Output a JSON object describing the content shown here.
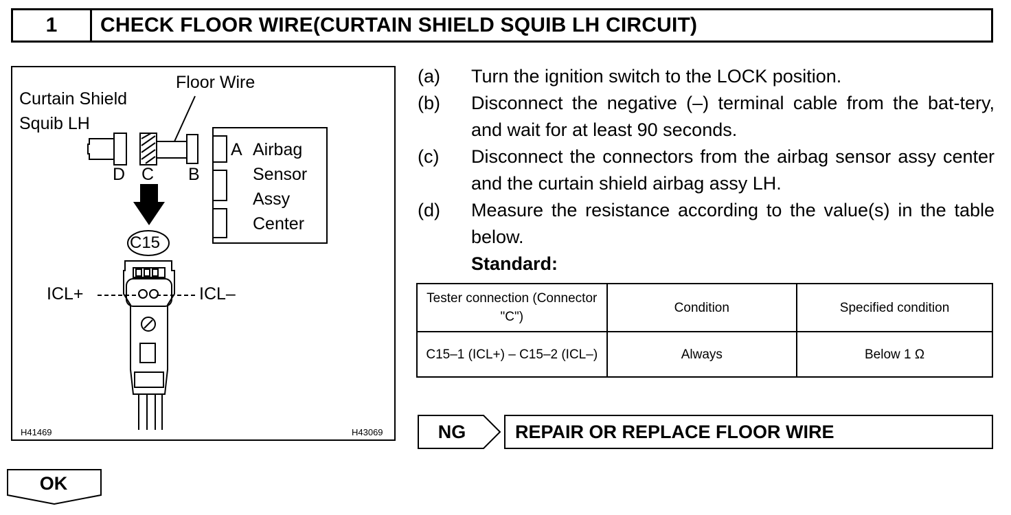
{
  "header": {
    "step_number": "1",
    "title": "CHECK FLOOR WIRE(CURTAIN SHIELD SQUIB LH CIRCUIT)"
  },
  "figure": {
    "label_floor_wire": "Floor Wire",
    "label_squib_line1": "Curtain Shield",
    "label_squib_line2": "Squib LH",
    "conn_a": "A",
    "conn_b": "B",
    "conn_c": "C",
    "conn_d": "D",
    "airbag_line1": "Airbag",
    "airbag_line2": "Sensor",
    "airbag_line3": "Assy",
    "airbag_line4": "Center",
    "connector_id": "C15",
    "icl_plus": "ICL+",
    "icl_minus": "ICL–",
    "code_left": "H41469",
    "code_right": "H43069"
  },
  "steps": [
    {
      "label": "(a)",
      "text": "Turn the ignition switch to the LOCK position."
    },
    {
      "label": "(b)",
      "text": "Disconnect the negative (–) terminal cable from the bat-tery, and wait for at least 90 seconds."
    },
    {
      "label": "(c)",
      "text": "Disconnect the connectors from the airbag sensor assy center and the curtain shield airbag assy LH."
    },
    {
      "label": "(d)",
      "text": "Measure the resistance according to the value(s) in the table below."
    }
  ],
  "standard_label": "Standard:",
  "table": {
    "headers": [
      "Tester connection (Connector \"C\")",
      "Condition",
      "Specified condition"
    ],
    "rows": [
      [
        "C15–1 (ICL+) – C15–2 (ICL–)",
        "Always",
        "Below 1 Ω"
      ]
    ]
  },
  "ng": {
    "label": "NG",
    "result": "REPAIR OR REPLACE FLOOR WIRE"
  },
  "ok": {
    "label": "OK"
  }
}
